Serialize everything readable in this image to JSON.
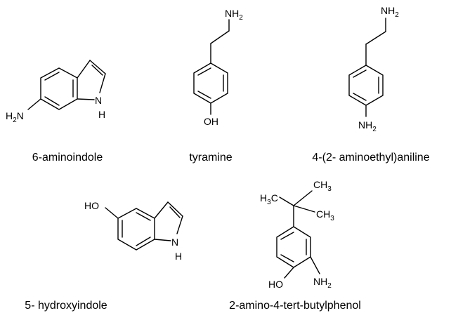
{
  "molecules": [
    {
      "name": "6-aminoindole",
      "labels": {
        "amine": {
          "main": "H",
          "sub": "2",
          "tail": "N"
        },
        "nh_n": "N",
        "nh_h": "H"
      }
    },
    {
      "name": "tyramine",
      "labels": {
        "amine": {
          "main": "NH",
          "sub": "2"
        },
        "oh": "OH"
      }
    },
    {
      "name": "4-(2- aminoethyl)aniline",
      "labels": {
        "amine_top": {
          "main": "NH",
          "sub": "2"
        },
        "amine_bottom": {
          "main": "NH",
          "sub": "2"
        }
      }
    },
    {
      "name": "5- hydroxyindole",
      "labels": {
        "oh": "HO",
        "nh_n": "N",
        "nh_h": "H"
      }
    },
    {
      "name": "2-amino-4-tert-butylphenol",
      "labels": {
        "ch3_left": {
          "main": "H",
          "sub": "3",
          "tail": "C"
        },
        "ch3_top": {
          "main": "CH",
          "sub": "3"
        },
        "ch3_right": {
          "main": "CH",
          "sub": "3"
        },
        "oh": "HO",
        "amine": {
          "main": "NH",
          "sub": "2"
        }
      }
    }
  ]
}
